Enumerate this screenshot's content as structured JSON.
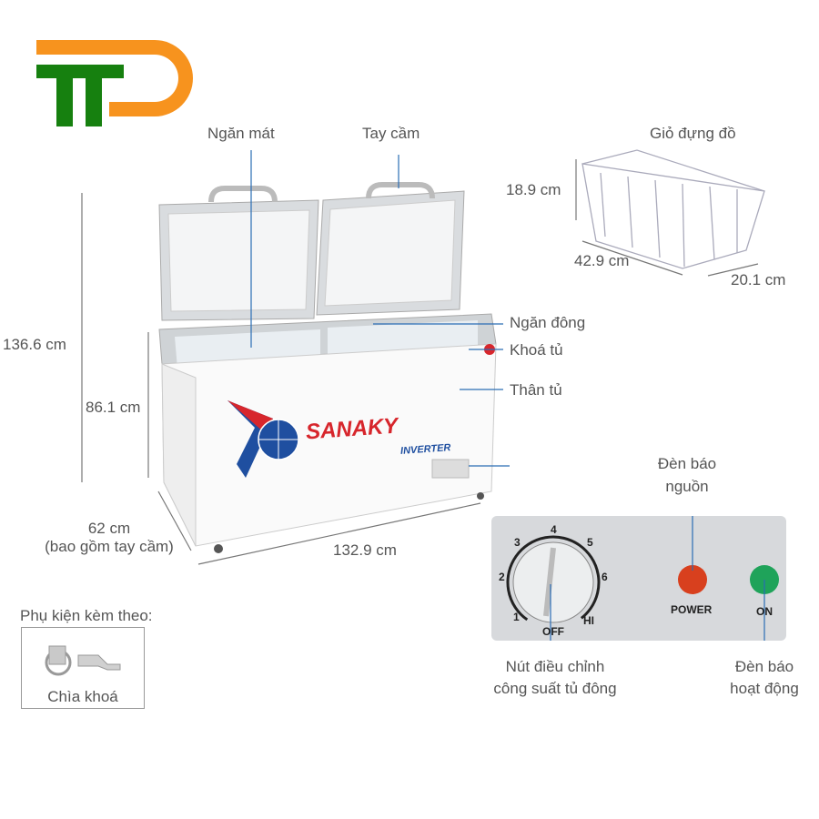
{
  "logo": {
    "text": "TD",
    "colors": {
      "green": "#16800f",
      "orange": "#f7931e"
    }
  },
  "labels": {
    "fridge_compartment": "Ngăn mát",
    "handle": "Tay cầm",
    "basket": "Giỏ đựng đồ",
    "basket_height": "18.9 cm",
    "basket_length": "42.9 cm",
    "basket_width": "20.1 cm",
    "total_height": "136.6 cm",
    "body_height": "86.1 cm",
    "freezer_compartment": "Ngăn đông",
    "lock": "Khoá tủ",
    "body": "Thân tủ",
    "depth": "62 cm",
    "depth_note": "(bao gồm tay cầm)",
    "width": "132.9 cm",
    "power_light_line1": "Đèn báo",
    "power_light_line2": "nguồn",
    "knob_line1": "Nút điều chỉnh",
    "knob_line2": "công suất tủ đông",
    "on_light_line1": "Đèn báo",
    "on_light_line2": "hoạt động"
  },
  "brand": {
    "name": "SANAKY",
    "badge": "INVERTER"
  },
  "control_panel": {
    "dial_marks": [
      "1",
      "2",
      "3",
      "4",
      "5",
      "6",
      "HI",
      "OFF"
    ],
    "power_label": "POWER",
    "on_label": "ON",
    "power_color": "#d8401e",
    "on_color": "#1fa35a"
  },
  "accessories": {
    "title": "Phụ kiện kèm theo:",
    "item": "Chìa khoá"
  },
  "colors": {
    "leader_line": "#2a6db5"
  }
}
